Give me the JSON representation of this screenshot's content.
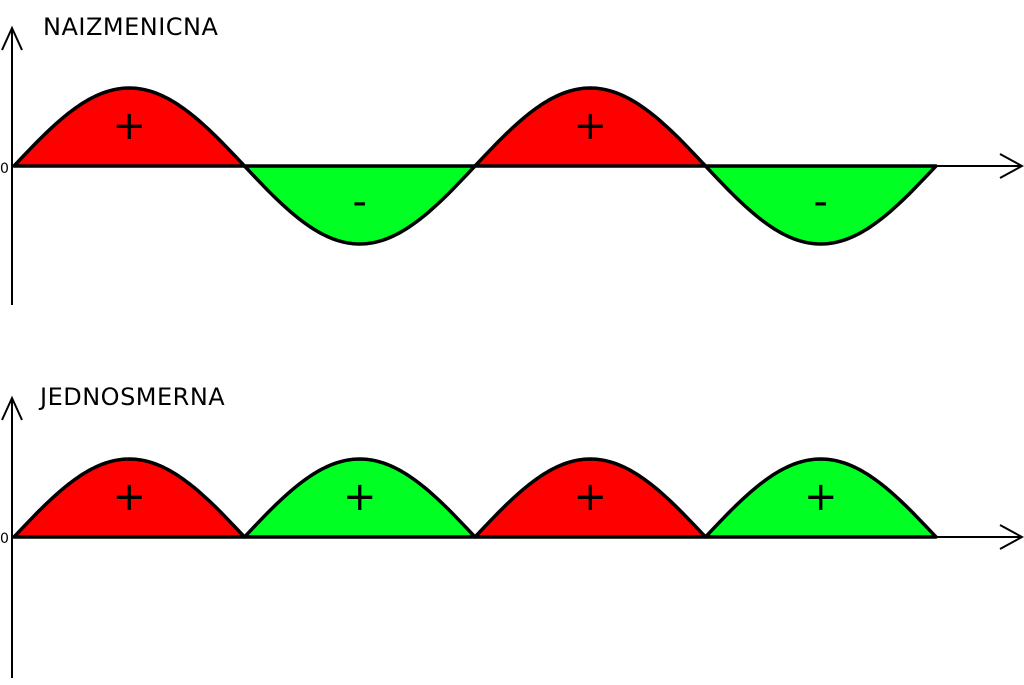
{
  "colors": {
    "positive": "#ff0000",
    "negative": "#00ff22",
    "stroke": "#000000",
    "background": "#ffffff"
  },
  "diagrams": [
    {
      "id": "ac",
      "title": "NAIZMENICNA",
      "origin_label": "0",
      "lobes": [
        {
          "direction": "up",
          "color": "positive",
          "sign": "+"
        },
        {
          "direction": "down",
          "color": "negative",
          "sign": "-"
        },
        {
          "direction": "up",
          "color": "positive",
          "sign": "+"
        },
        {
          "direction": "down",
          "color": "negative",
          "sign": "-"
        }
      ]
    },
    {
      "id": "dc",
      "title": "JEDNOSMERNA",
      "origin_label": "0",
      "lobes": [
        {
          "direction": "up",
          "color": "positive",
          "sign": "+"
        },
        {
          "direction": "up",
          "color": "negative",
          "sign": "+"
        },
        {
          "direction": "up",
          "color": "positive",
          "sign": "+"
        },
        {
          "direction": "up",
          "color": "negative",
          "sign": "+"
        }
      ]
    }
  ]
}
